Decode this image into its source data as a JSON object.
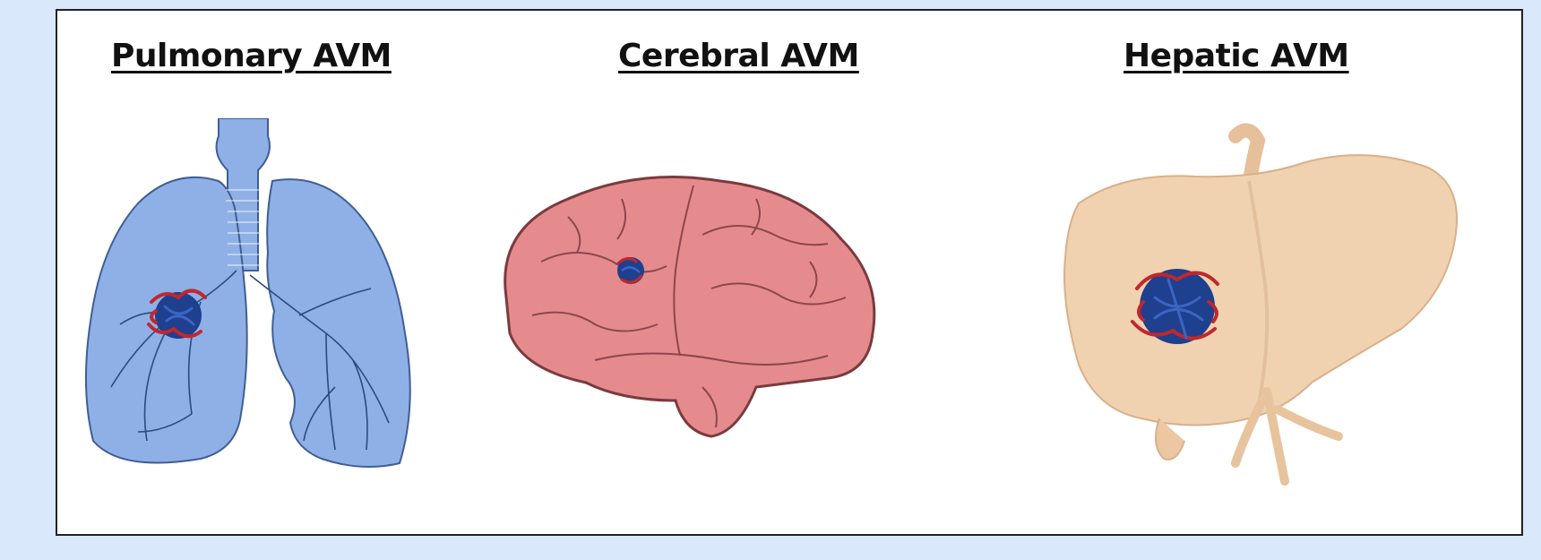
{
  "panels": [
    {
      "title": "Pulmonary AVM",
      "organ": "lungs-illustration",
      "color": "#8fb0e6"
    },
    {
      "title": "Cerebral AVM",
      "organ": "brain-illustration",
      "color": "#e58b8e"
    },
    {
      "title": "Hepatic AVM",
      "organ": "liver-illustration",
      "color": "#f0d2b0"
    }
  ],
  "colors": {
    "page_background": "#d9e9fb",
    "frame_background": "#ffffff",
    "avm_red": "#c0272d",
    "avm_blue": "#1f3f8f"
  }
}
